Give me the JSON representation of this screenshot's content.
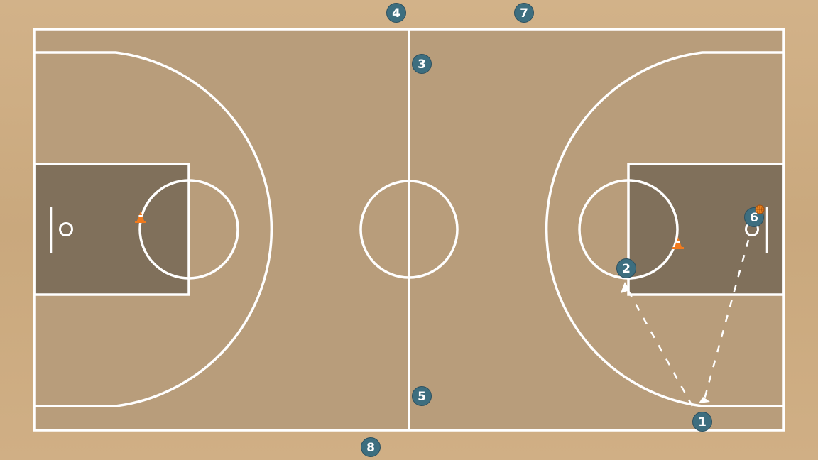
{
  "colors": {
    "floor": "#cfae83",
    "court": "#b89d7b",
    "paint": "#80705b",
    "line": "#ffffff",
    "marker": "#3d6e7f",
    "cone": "#f07a1e",
    "ball": "#e8821f"
  },
  "players": [
    {
      "id": "p1",
      "label": "1"
    },
    {
      "id": "p2",
      "label": "2"
    },
    {
      "id": "p3",
      "label": "3"
    },
    {
      "id": "p4",
      "label": "4"
    },
    {
      "id": "p5",
      "label": "5"
    },
    {
      "id": "p6",
      "label": "6"
    },
    {
      "id": "p7",
      "label": "7"
    },
    {
      "id": "p8",
      "label": "8"
    }
  ],
  "equipment": {
    "cones": [
      {
        "id": "cone-left-paint",
        "icon": "traffic-cone-icon"
      },
      {
        "id": "cone-right-paint",
        "icon": "traffic-cone-icon"
      }
    ],
    "ball": {
      "id": "ball-with-6",
      "icon": "basketball-icon"
    }
  },
  "movements": [
    {
      "id": "pass-1-to-2",
      "type": "pass",
      "style": "dashed"
    },
    {
      "id": "pass-6-to-1",
      "type": "pass",
      "style": "dashed"
    }
  ]
}
